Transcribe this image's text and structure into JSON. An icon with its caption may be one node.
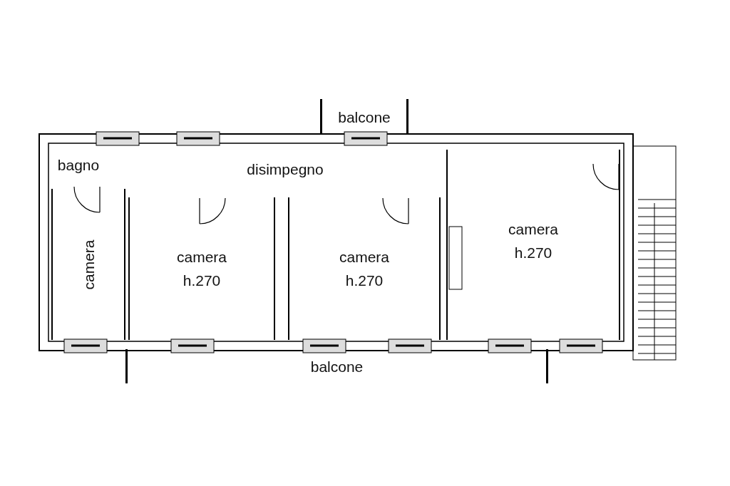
{
  "diagram": {
    "nodes": [
      {
        "text": [
          "balcone"
        ]
      },
      {
        "text": [
          "bagno"
        ]
      },
      {
        "text": [
          "disimpegno"
        ]
      },
      {
        "text": [
          "camera"
        ]
      },
      {
        "text": [
          "camera",
          "h.270"
        ]
      },
      {
        "text": [
          "camera",
          "h.270"
        ]
      },
      {
        "text": [
          "camera",
          "h.270"
        ]
      },
      {
        "text": [
          "balcone"
        ]
      }
    ]
  }
}
